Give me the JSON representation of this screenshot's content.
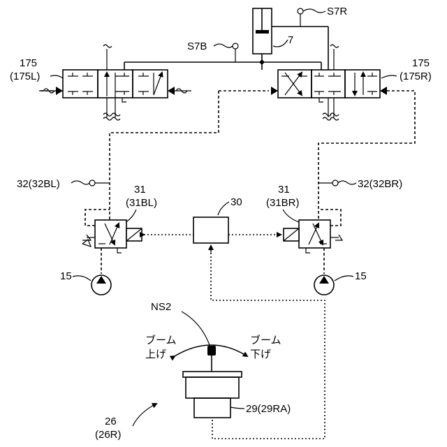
{
  "labels": {
    "valve_left_num": "175",
    "valve_left_sub": "(175L)",
    "valve_right_num": "175",
    "valve_right_sub": "(175R)",
    "sensor_s7r": "S7R",
    "sensor_s7b": "S7B",
    "cylinder": "7",
    "sensor_32bl": "32(32BL)",
    "sensor_32br": "32(32BR)",
    "prop_left_num": "31",
    "prop_left_sub": "(31BL)",
    "prop_right_num": "31",
    "prop_right_sub": "(31BR)",
    "controller": "30",
    "pump_left": "15",
    "pump_right": "15",
    "lever_sensor": "NS2",
    "boom_up_1": "ブーム",
    "boom_up_2": "上げ",
    "boom_down_1": "ブーム",
    "boom_down_2": "下げ",
    "lever_unit": "29(29RA)",
    "operating_device_num": "26",
    "operating_device_sub": "(26R)"
  }
}
